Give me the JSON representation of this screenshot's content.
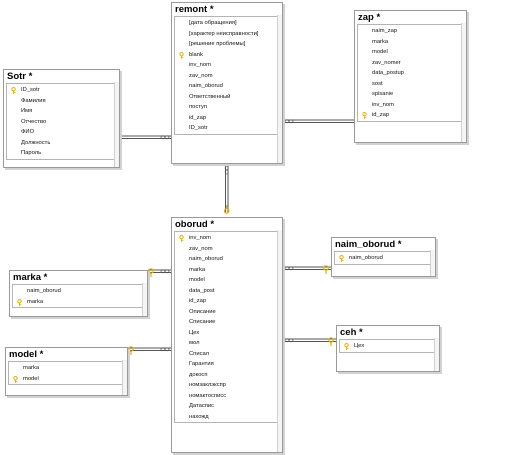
{
  "tables": {
    "remont": {
      "title": "remont *",
      "fields": [
        {
          "name": "[дата обращения]",
          "pk": false
        },
        {
          "name": "[характер неисправности]",
          "pk": false
        },
        {
          "name": "[решение проблемы]",
          "pk": false
        },
        {
          "name": "blank",
          "pk": true
        },
        {
          "name": "inv_nom",
          "pk": false
        },
        {
          "name": "zav_nom",
          "pk": false
        },
        {
          "name": "naim_oborud",
          "pk": false
        },
        {
          "name": "Ответственный",
          "pk": false
        },
        {
          "name": "поступ",
          "pk": false
        },
        {
          "name": "id_zap",
          "pk": false
        },
        {
          "name": "ID_sotr",
          "pk": false
        }
      ]
    },
    "zap": {
      "title": "zap *",
      "fields": [
        {
          "name": "naim_zap",
          "pk": false
        },
        {
          "name": "marka",
          "pk": false
        },
        {
          "name": "model",
          "pk": false
        },
        {
          "name": "zav_nomer",
          "pk": false
        },
        {
          "name": "data_postup",
          "pk": false
        },
        {
          "name": "sost",
          "pk": false
        },
        {
          "name": "spisanie",
          "pk": false
        },
        {
          "name": "inv_nom",
          "pk": false
        },
        {
          "name": "id_zap",
          "pk": true
        }
      ]
    },
    "sotr": {
      "title": "Sotr *",
      "fields": [
        {
          "name": "ID_sotr",
          "pk": true
        },
        {
          "name": "Фамилия",
          "pk": false
        },
        {
          "name": "Имя",
          "pk": false
        },
        {
          "name": "Отчество",
          "pk": false
        },
        {
          "name": "ФИО",
          "pk": false
        },
        {
          "name": "Должность",
          "pk": false
        },
        {
          "name": "Пароль",
          "pk": false
        }
      ]
    },
    "oborud": {
      "title": "oborud *",
      "fields": [
        {
          "name": "inv_nom",
          "pk": true
        },
        {
          "name": "zav_nom",
          "pk": false
        },
        {
          "name": "naim_oborud",
          "pk": false
        },
        {
          "name": "marka",
          "pk": false
        },
        {
          "name": "model",
          "pk": false
        },
        {
          "name": "data_post",
          "pk": false
        },
        {
          "name": "id_zap",
          "pk": false
        },
        {
          "name": "Описание",
          "pk": false
        },
        {
          "name": "Списание",
          "pk": false
        },
        {
          "name": "Цех",
          "pk": false
        },
        {
          "name": "мол",
          "pk": false
        },
        {
          "name": "Списал",
          "pk": false
        },
        {
          "name": "Гарантия",
          "pk": false
        },
        {
          "name": "докосп",
          "pk": false
        },
        {
          "name": "номзаклэкспр",
          "pk": false
        },
        {
          "name": "номактосписс",
          "pk": false
        },
        {
          "name": "Датаспис",
          "pk": false
        },
        {
          "name": "нахожд",
          "pk": false
        }
      ]
    },
    "naim_oborud": {
      "title": "naim_oborud *",
      "fields": [
        {
          "name": "naim_oborud",
          "pk": true
        }
      ]
    },
    "marka": {
      "title": "marka *",
      "fields": [
        {
          "name": "naim_oborud",
          "pk": false
        },
        {
          "name": "marka",
          "pk": true
        }
      ]
    },
    "model": {
      "title": "model *",
      "fields": [
        {
          "name": "marka",
          "pk": false
        },
        {
          "name": "model",
          "pk": true
        }
      ]
    },
    "ceh": {
      "title": "ceh *",
      "fields": [
        {
          "name": "Цех",
          "pk": true
        }
      ]
    }
  },
  "colors": {
    "key": "#e8b000",
    "line": "#555555"
  }
}
